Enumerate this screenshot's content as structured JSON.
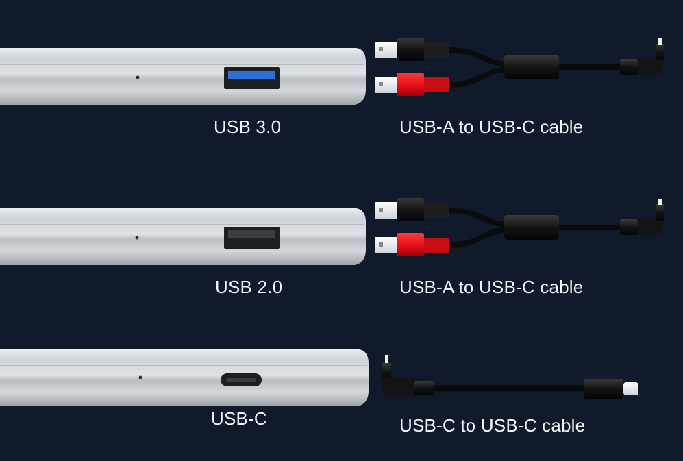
{
  "background": "#111a2b",
  "rows": [
    {
      "port": {
        "label": "USB 3.0",
        "type": "usb-a-3",
        "icon": "usb-a-port-blue-icon"
      },
      "cable": {
        "label": "USB-A to USB-C cable",
        "icon": "y-splitter-usb-a-to-usb-c-cable-icon"
      }
    },
    {
      "port": {
        "label": "USB 2.0",
        "type": "usb-a-2",
        "icon": "usb-a-port-black-icon"
      },
      "cable": {
        "label": "USB-A to USB-C cable",
        "icon": "y-splitter-usb-a-to-usb-c-cable-icon"
      }
    },
    {
      "port": {
        "label": "USB-C",
        "type": "usb-c",
        "icon": "usb-c-port-icon"
      },
      "cable": {
        "label": "USB-C to USB-C cable",
        "icon": "usb-c-to-usb-c-cable-icon"
      }
    }
  ],
  "colors": {
    "laptop_silver": "#c9cdd2",
    "usb3_blue": "#2f6fd6",
    "connector_red": "#e5141b",
    "connector_black": "#1b1b1b"
  }
}
